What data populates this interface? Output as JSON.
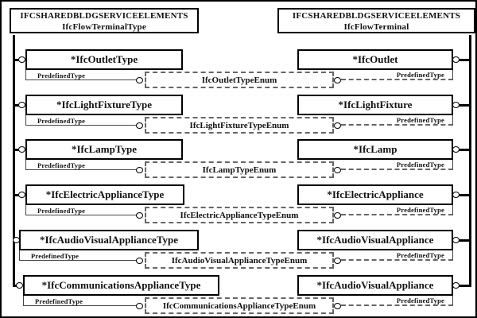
{
  "diagram": {
    "schema_left": {
      "line1": "IFCSHAREDBLDGSERVICEELEMENTS",
      "line2": "IfcFlowTerminalType"
    },
    "schema_right": {
      "line1": "IFCSHAREDBLDGSERVICEELEMENTS",
      "line2": "IfcFlowTerminal"
    },
    "attribute_label": "PredefinedType",
    "rows": [
      {
        "left": "*IfcOutletType",
        "right": "*IfcOutlet",
        "enum": "IfcOutletTypeEnum"
      },
      {
        "left": "*IfcLightFixtureType",
        "right": "*IfcLightFixture",
        "enum": "IfcLightFixtureTypeEnum"
      },
      {
        "left": "*IfcLampType",
        "right": "*IfcLamp",
        "enum": "IfcLampTypeEnum"
      },
      {
        "left": "*IfcElectricApplianceType",
        "right": "*IfcElectricAppliance",
        "enum": "IfcElectricApplianceTypeEnum"
      },
      {
        "left": "*IfcAudioVisualApplianceType",
        "right": "*IfcAudioVisualAppliance",
        "enum": "IfcAudioVisualApplianceTypeEnum"
      },
      {
        "left": "*IfcCommunicationsApplianceType",
        "right": "*IfcAudioVisualAppliance",
        "enum": "IfcCommunicationsApplianceTypeEnum"
      }
    ],
    "colors": {
      "line": "#000000",
      "dash": "#666666",
      "background": "#ffffff"
    }
  }
}
